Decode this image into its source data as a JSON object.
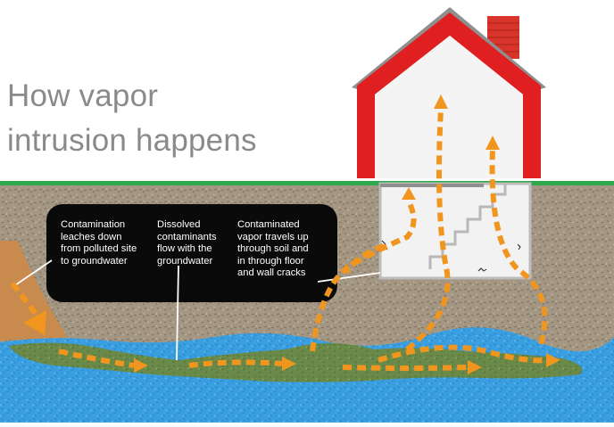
{
  "title": {
    "line1": "How vapor",
    "line2": "intrusion happens"
  },
  "labels": [
    "Contamination\nleaches down\nfrom polluted site\nto groundwater",
    "Dissolved\ncontaminants\nflow with the\ngroundwater",
    "Contaminated\nvapor travels up\nthrough soil and\nin through floor\nand wall cracks"
  ],
  "colors": {
    "soil": "#a39682",
    "grass": "#2ea84a",
    "water": "#3a9fe0",
    "plume": "#6a8a4a",
    "pollution_source": "#c98a4e",
    "arrow": "#f0961f",
    "house_frame": "#e02020",
    "roof": "#8f8f8f",
    "callout_bg": "#0a0a0a"
  }
}
